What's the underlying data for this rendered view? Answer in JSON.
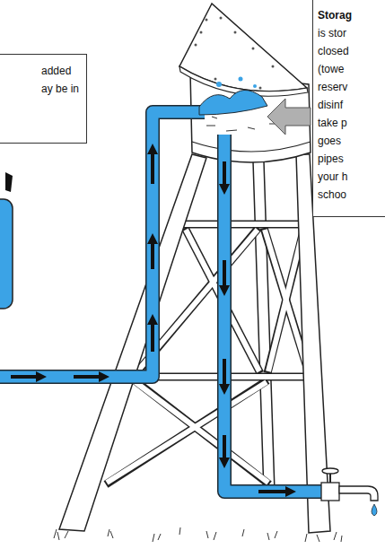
{
  "diagram": {
    "nodes": [
      {
        "text": [
          "added ay be in"
        ]
      },
      {
        "text": [
          "Storag",
          "is stor closed (towe reserv disinf take p goes pipes your h schoo"
        ]
      }
    ]
  }
}
